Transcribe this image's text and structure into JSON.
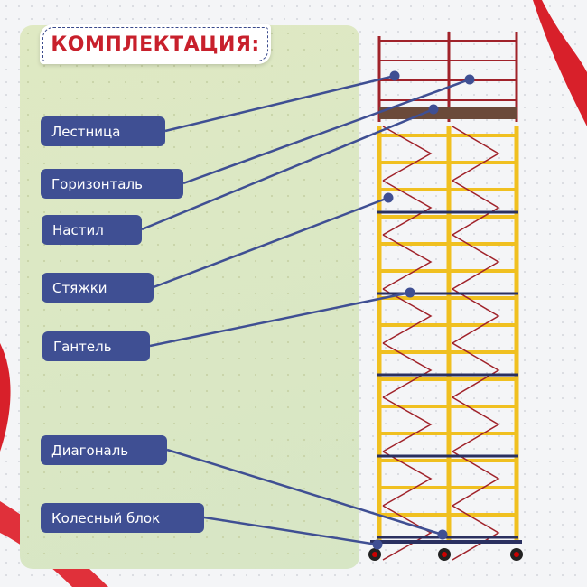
{
  "title": "КОМПЛЕКТАЦИЯ:",
  "components": [
    {
      "label": "Лестница"
    },
    {
      "label": "Горизонталь"
    },
    {
      "label": "Настил"
    },
    {
      "label": "Стяжки"
    },
    {
      "label": "Гантель"
    },
    {
      "label": "Диагональ"
    },
    {
      "label": "Колесный блок"
    }
  ],
  "colors": {
    "accent_red": "#c8202c",
    "label_bg": "#3f4f93",
    "frame_yellow": "#f0c020",
    "frame_red": "#a0222a"
  }
}
